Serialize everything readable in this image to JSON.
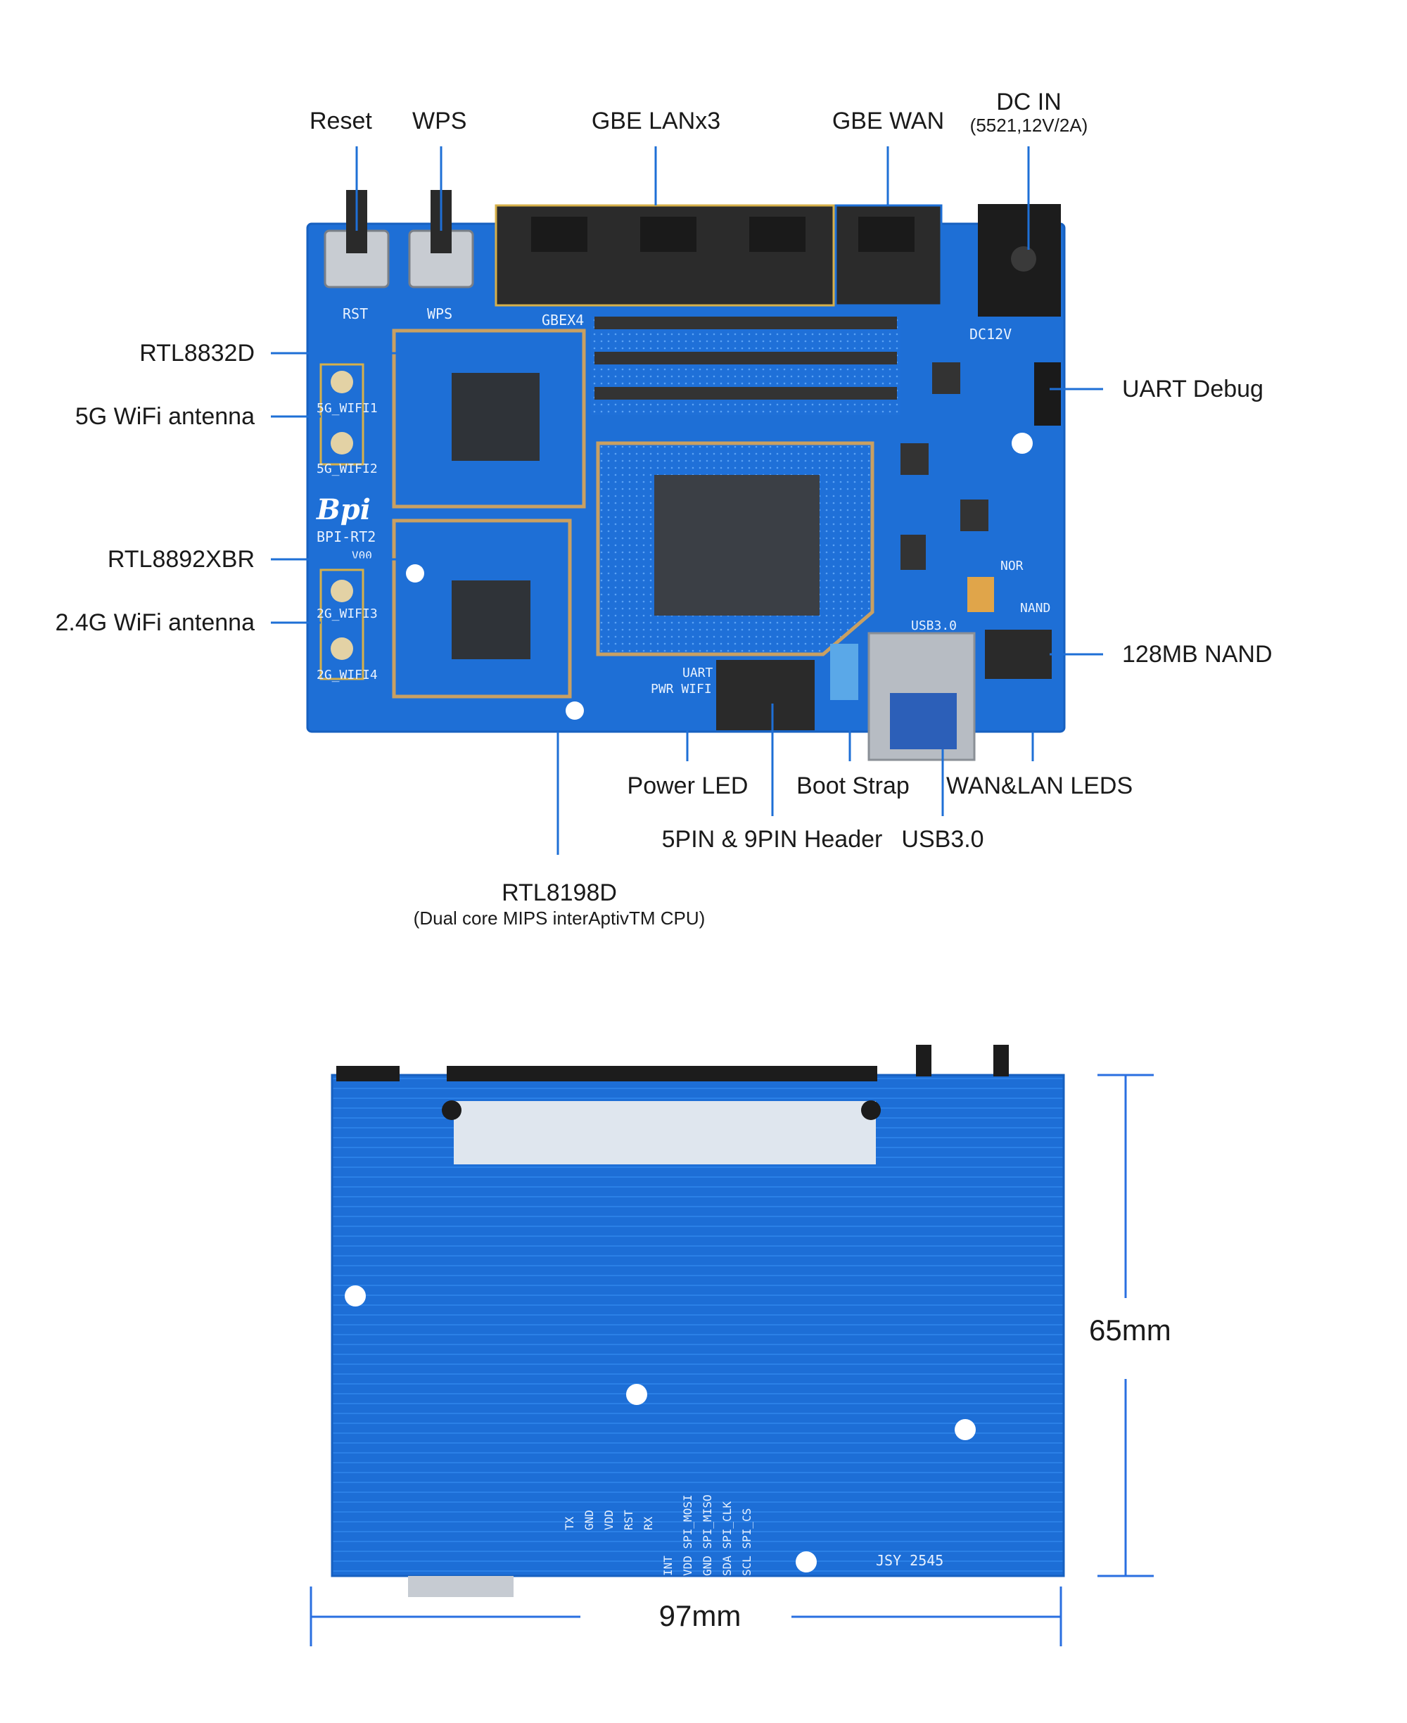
{
  "top_labels": {
    "reset": "Reset",
    "wps": "WPS",
    "gbe_lan": "GBE LANx3",
    "gbe_wan": "GBE WAN",
    "dc_in": "DC IN",
    "dc_in_spec": "(5521,12V/2A)"
  },
  "left_labels": {
    "rtl8832d": "RTL8832D",
    "wifi5g_antenna": "5G WiFi antenna",
    "rtl8892xbr": "RTL8892XBR",
    "wifi24g_antenna": "2.4G WiFi antenna"
  },
  "right_labels": {
    "uart_debug": "UART Debug",
    "nand": "128MB NAND"
  },
  "bottom_labels": {
    "power_led": "Power LED",
    "boot_strap": "Boot Strap",
    "wan_lan_leds": "WAN&LAN LEDS",
    "header": "5PIN & 9PIN Header",
    "usb3": "USB3.0",
    "cpu": "RTL8198D",
    "cpu_desc": "(Dual core MIPS interAptivTM CPU)"
  },
  "silkscreen": {
    "rst": "RST",
    "wps": "WPS",
    "gbex4": "GBEX4",
    "dc12v": "DC12V",
    "wifi1": "5G_WIFI1",
    "wifi2": "5G_WIFI2",
    "wifi3": "2G_WIFI3",
    "wifi4": "2G_WIFI4",
    "logo": "Bpi",
    "model": "BPI-RT2",
    "version": "V00",
    "uart": "UART",
    "pwr_wifi": "PWR WIFI",
    "usb30": "USB3.0",
    "nor": "NOR",
    "nand": "NAND",
    "uart_pins": [
      "TX",
      "GND",
      "VDD",
      "RST",
      "RX"
    ],
    "spi_pins": [
      "INT",
      "VDD SPI_MOSI",
      "GND SPI_MISO",
      "SDA SPI_CLK",
      "SCL SPI_CS"
    ],
    "board_code": "JSY 2545"
  },
  "dimensions": {
    "height": "65mm",
    "width": "97mm"
  },
  "colors": {
    "pcb": "#1e6fd6",
    "leader": "#1e6fd6",
    "dimension": "#2a6fe0"
  }
}
